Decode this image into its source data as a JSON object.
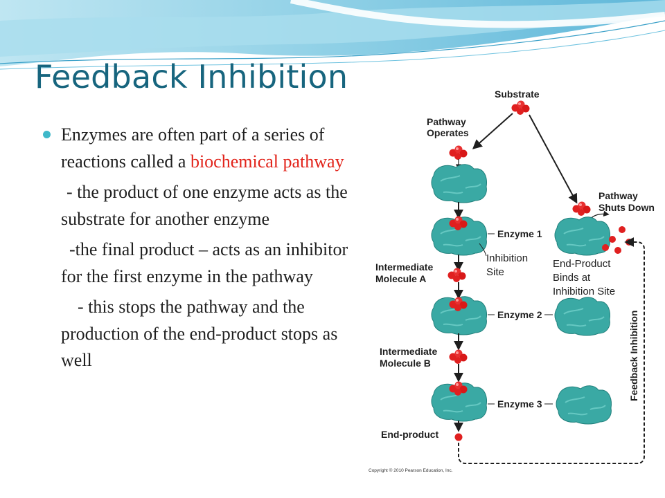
{
  "slide": {
    "title": "Feedback Inhibition",
    "bullet": {
      "line1": "Enzymes are often part of a series of reactions called a ",
      "highlight": "biochemical pathway"
    },
    "subpoints": [
      "- the product of one enzyme acts as the substrate for another enzyme",
      "-the final product – acts as an inhibitor for the first enzyme in the pathway",
      "- this stops the pathway and the production of the end-product stops as well"
    ]
  },
  "diagram": {
    "substrate": "Substrate",
    "pathway_operates": [
      "Pathway",
      "Operates"
    ],
    "pathway_shuts_down": [
      "Pathway",
      "Shuts Down"
    ],
    "enzyme1": "Enzyme 1",
    "enzyme2": "Enzyme 2",
    "enzyme3": "Enzyme 3",
    "inhibition_site": [
      "Inhibition",
      "Site"
    ],
    "end_product_binds": [
      "End-Product",
      "Binds at",
      "Inhibition Site"
    ],
    "intermediate_a": [
      "Intermediate",
      "Molecule A"
    ],
    "intermediate_b": [
      "Intermediate",
      "Molecule B"
    ],
    "end_product": "End-product",
    "feedback_inhibition": "Feedback Inhibition",
    "copyright": "Copyright © 2010 Pearson Education, Inc."
  },
  "colors": {
    "title": "#17657e",
    "bullet": "#3fb8c9",
    "highlight": "#e2231a",
    "enzyme": "#3aa9a4",
    "molecule": "#e02020"
  }
}
